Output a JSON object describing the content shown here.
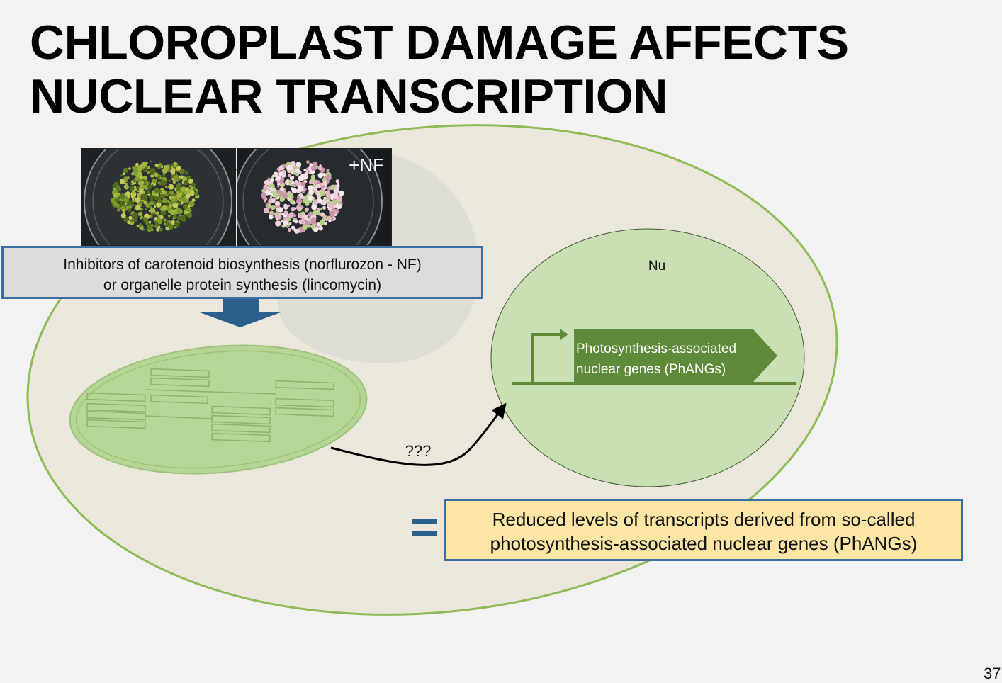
{
  "title": {
    "line1": "CHLOROPLAST DAMAGE AFFECTS",
    "line2": "NUCLEAR TRANSCRIPTION"
  },
  "photos": {
    "treated_label": "+NF"
  },
  "inhibitor_box": {
    "line1": "Inhibitors of carotenoid biosynthesis (norflurozon - NF)",
    "line2": "or organelle protein synthesis (lincomycin)"
  },
  "nucleus": {
    "label": "Nu",
    "gene_label_line1": "Photosynthesis-associated",
    "gene_label_line2": "nuclear genes (PhANGs)"
  },
  "signal": {
    "label": "???"
  },
  "result_box": {
    "line1": "Reduced levels of transcripts derived from so-called",
    "line2": "photosynthesis-associated nuclear genes (PhANGs)"
  },
  "page_number": "37",
  "colors": {
    "cell_fill": "#ebe7dc",
    "cell_outline": "#8dbb55",
    "chloroplast_fill": "#b5d694",
    "nucleus_fill": "#c9e0b5",
    "gene_arrow": "#5f8a3a",
    "box_border": "#3a6fa0",
    "result_fill": "#fbe6a6",
    "inhibitor_fill": "#dcdcdc"
  }
}
